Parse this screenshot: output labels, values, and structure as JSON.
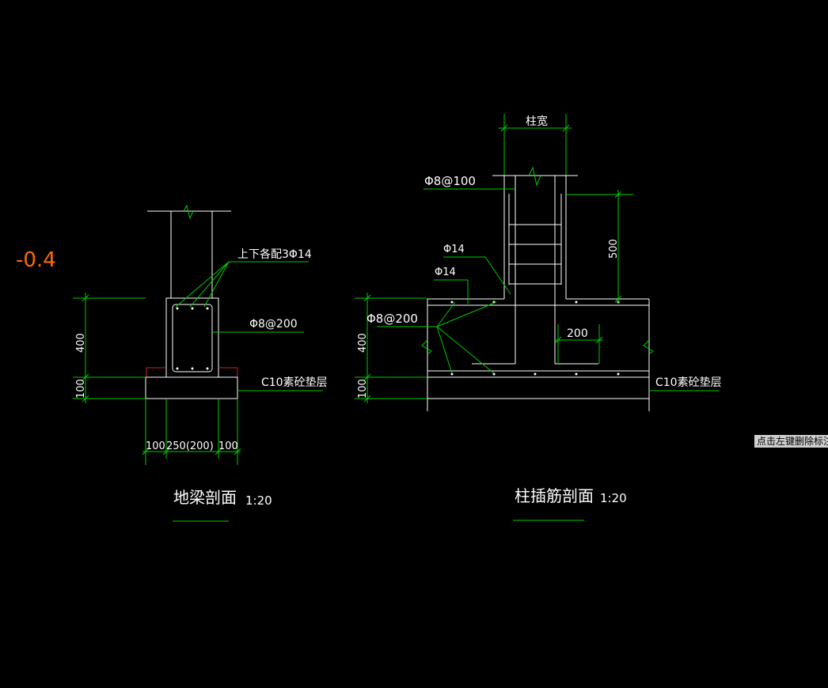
{
  "elevation_mark": "-0.4",
  "colors": {
    "background": "#000000",
    "line": "#ffffff",
    "dimension": "#00cc00",
    "elevation": "#ff6a00",
    "hatch": "#cc2222"
  },
  "left_section": {
    "title": "地梁剖面",
    "scale": "1:20",
    "top_bottom_bars": "上下各配3Φ14",
    "stirrup": "Φ8@200",
    "cushion": "C10素砼垫层",
    "dim_height": "400",
    "dim_cushion": "100",
    "dim_bottom_left": "100",
    "dim_bottom_mid": "250(200)",
    "dim_bottom_right": "100"
  },
  "right_section": {
    "title": "柱插筋剖面",
    "scale": "1:20",
    "column_width": "柱宽",
    "column_stirrup": "Φ8@100",
    "bar_1": "Φ14",
    "bar_2": "Φ14",
    "stirrup": "Φ8@200",
    "dim_500": "500",
    "dim_200": "200",
    "cushion": "C10素砼垫层",
    "dim_height": "400",
    "dim_cushion": "100"
  },
  "tooltip": "点击左键删除标注"
}
